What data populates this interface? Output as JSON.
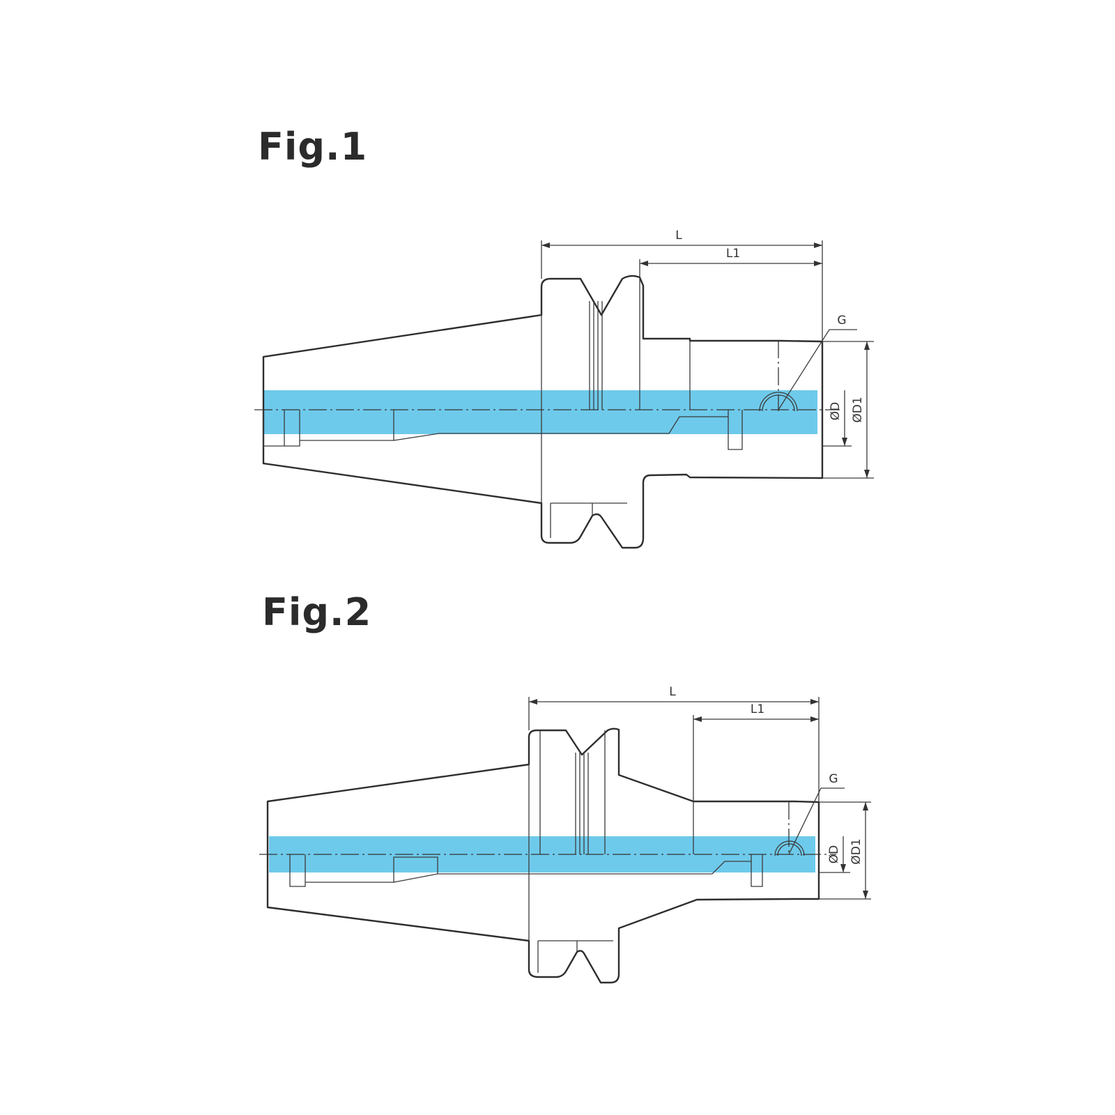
{
  "figures": [
    {
      "title": "Fig.1",
      "labels": {
        "L": "L",
        "L1": "L1",
        "G": "G",
        "D": "ØD",
        "D1": "ØD1"
      }
    },
    {
      "title": "Fig.2",
      "labels": {
        "L": "L",
        "L1": "L1",
        "G": "G",
        "D": "ØD",
        "D1": "ØD1"
      }
    }
  ],
  "colors": {
    "coolant_band": "#66c7ea",
    "outline": "#2e2e2e",
    "title": "#2b2b2b"
  }
}
